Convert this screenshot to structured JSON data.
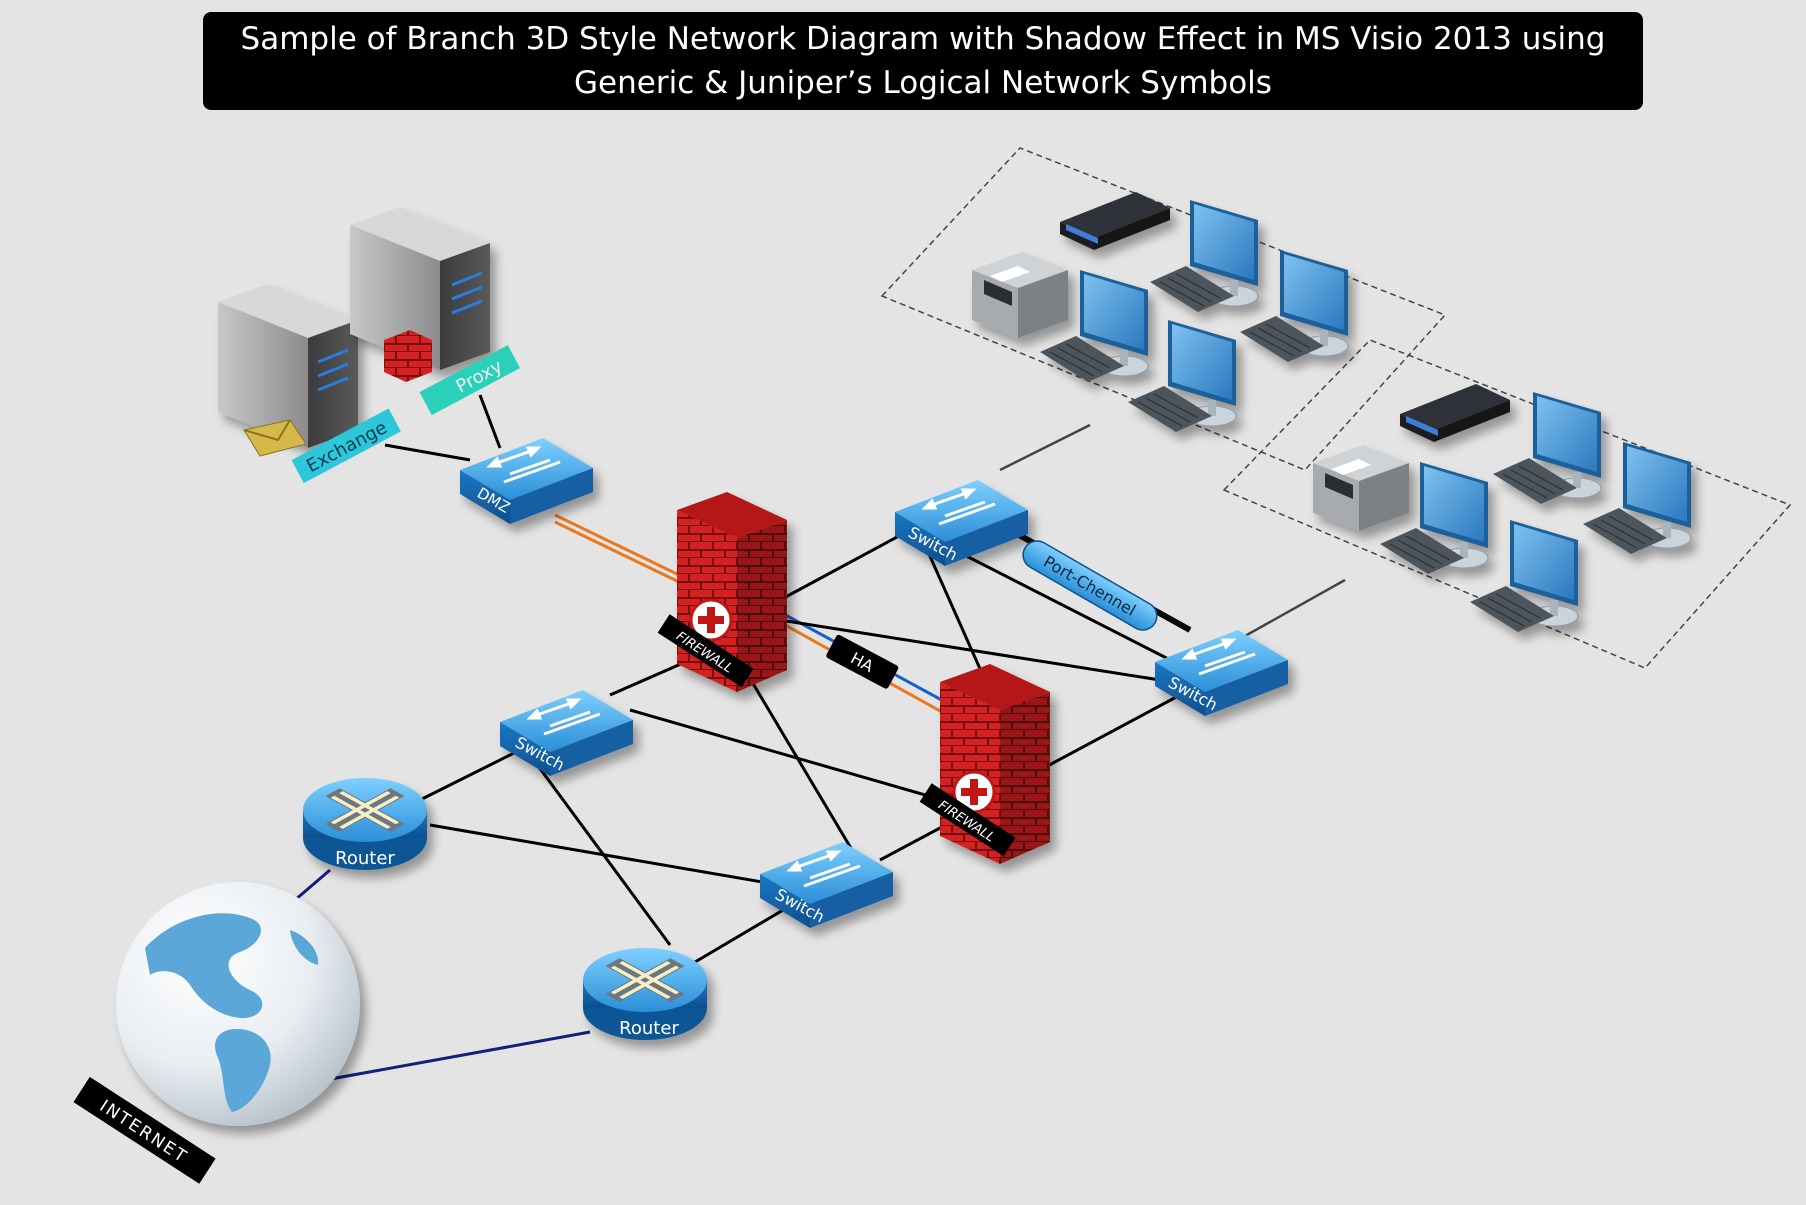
{
  "title": {
    "line1": "Sample of Branch 3D Style Network Diagram with Shadow Effect in MS Visio 2013 using",
    "line2": "Generic & Juniper’s Logical Network Symbols"
  },
  "labels": {
    "dmz": "DMZ",
    "exchange": "Exchange",
    "proxy": "Proxy",
    "switch_top": "Switch",
    "switch_right": "Switch",
    "switch_left": "Switch",
    "switch_bottom": "Switch",
    "firewall_1": "FIREWALL",
    "firewall_2": "FIREWALL",
    "ha": "HA",
    "port_channel": "Port-Chennel",
    "router_1": "Router",
    "router_2": "Router",
    "internet": "INTERNET"
  },
  "colors": {
    "background": "#e4e4e4",
    "switch_blue": "#1e88d0",
    "label_cyan": "#2cc7d9",
    "label_teal": "#2ad0b8",
    "firewall_red": "#d61f1f",
    "link_orange": "#e9781e",
    "link_blue": "#1560c9",
    "link_navy": "#12207a"
  },
  "icons": [
    "server-icon",
    "firewall-brick-icon",
    "mail-icon",
    "switch-icon",
    "router-icon",
    "globe-icon",
    "printer-icon",
    "scanner-icon",
    "monitor-icon",
    "keyboard-icon"
  ]
}
